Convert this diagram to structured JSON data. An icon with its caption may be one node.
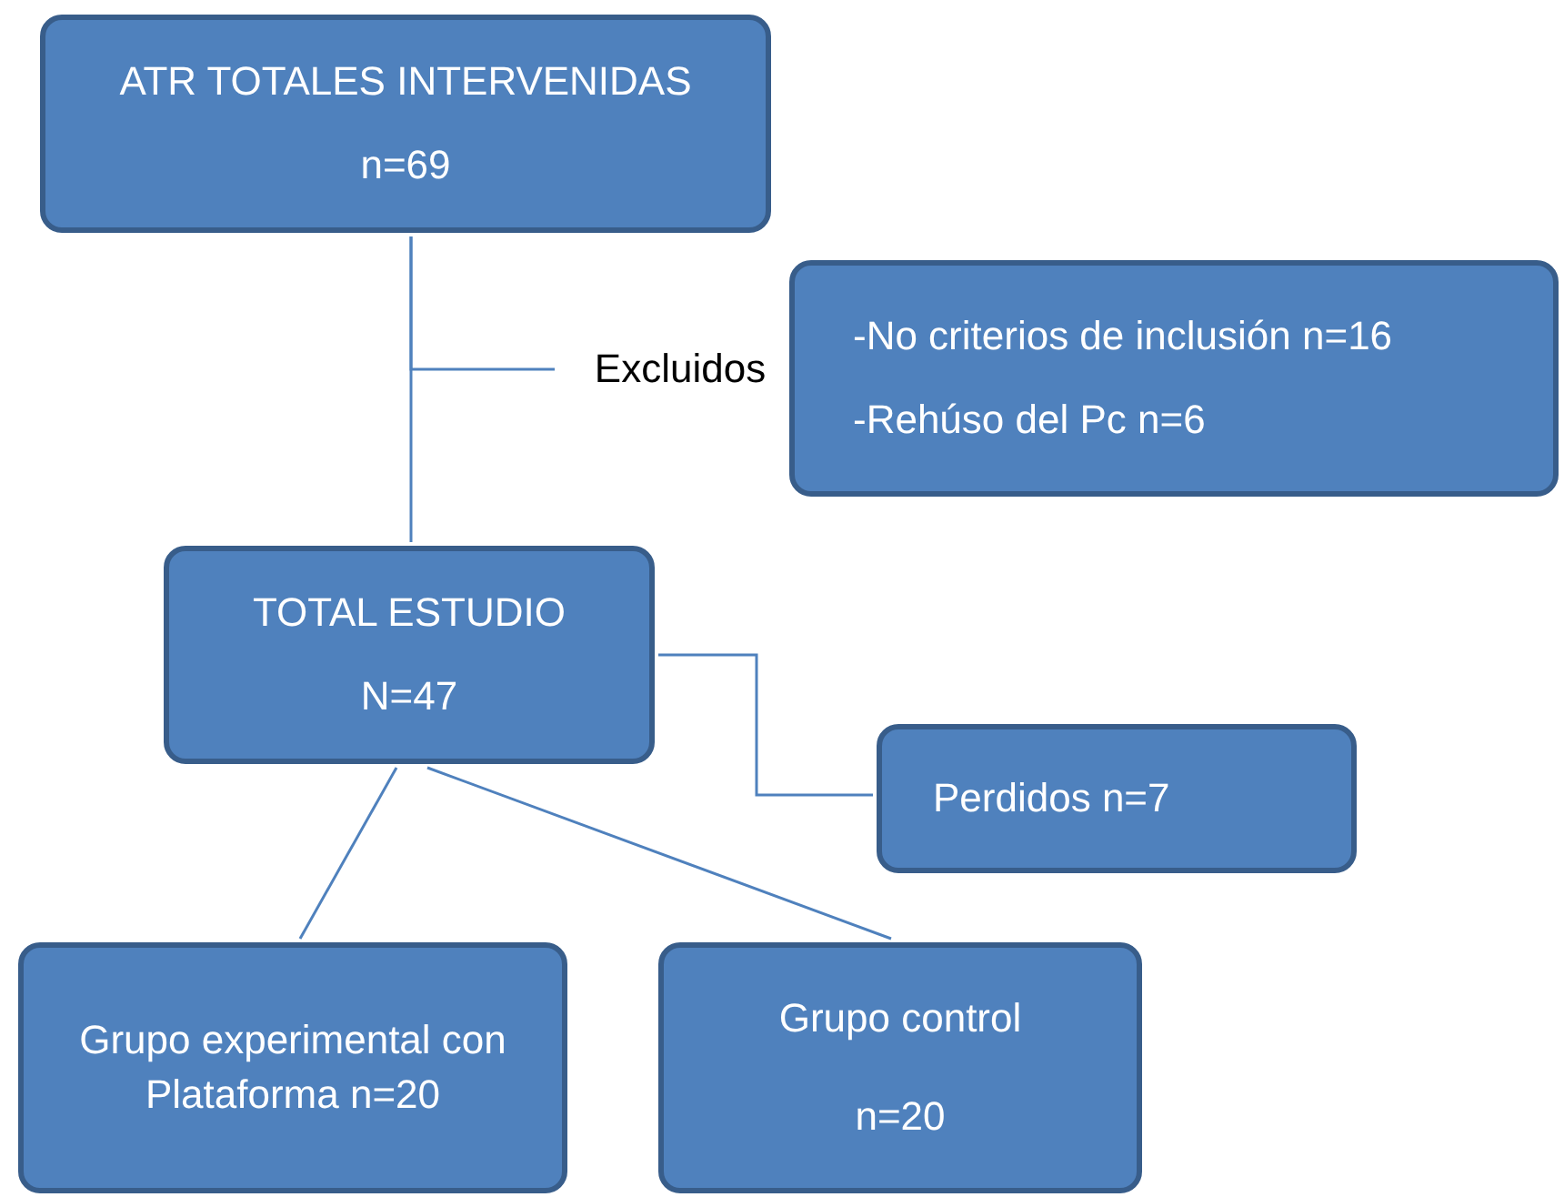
{
  "diagram": {
    "nodes": [
      {
        "text": [
          "ATR TOTALES INTERVENIDAS",
          "n=69"
        ]
      },
      {
        "text": [
          "Excluidos"
        ]
      },
      {
        "text": [
          "-No criterios de inclusión n=16",
          "-Rehúso del Pc n=6"
        ]
      },
      {
        "text": [
          "TOTAL ESTUDIO",
          "N=47"
        ]
      },
      {
        "text": [
          "Perdidos n=7"
        ]
      },
      {
        "text": [
          "Grupo experimental con Plataforma n=20"
        ]
      },
      {
        "text": [
          "Grupo control",
          "n=20"
        ]
      }
    ],
    "edges": [
      {
        "from": 0,
        "to": 3,
        "arrow": "none"
      },
      {
        "from": 0,
        "to": 1,
        "arrow": "none"
      },
      {
        "from": 3,
        "to": 4,
        "arrow": "none"
      },
      {
        "from": 3,
        "to": 5,
        "arrow": "none"
      },
      {
        "from": 3,
        "to": 6,
        "arrow": "none"
      }
    ]
  }
}
